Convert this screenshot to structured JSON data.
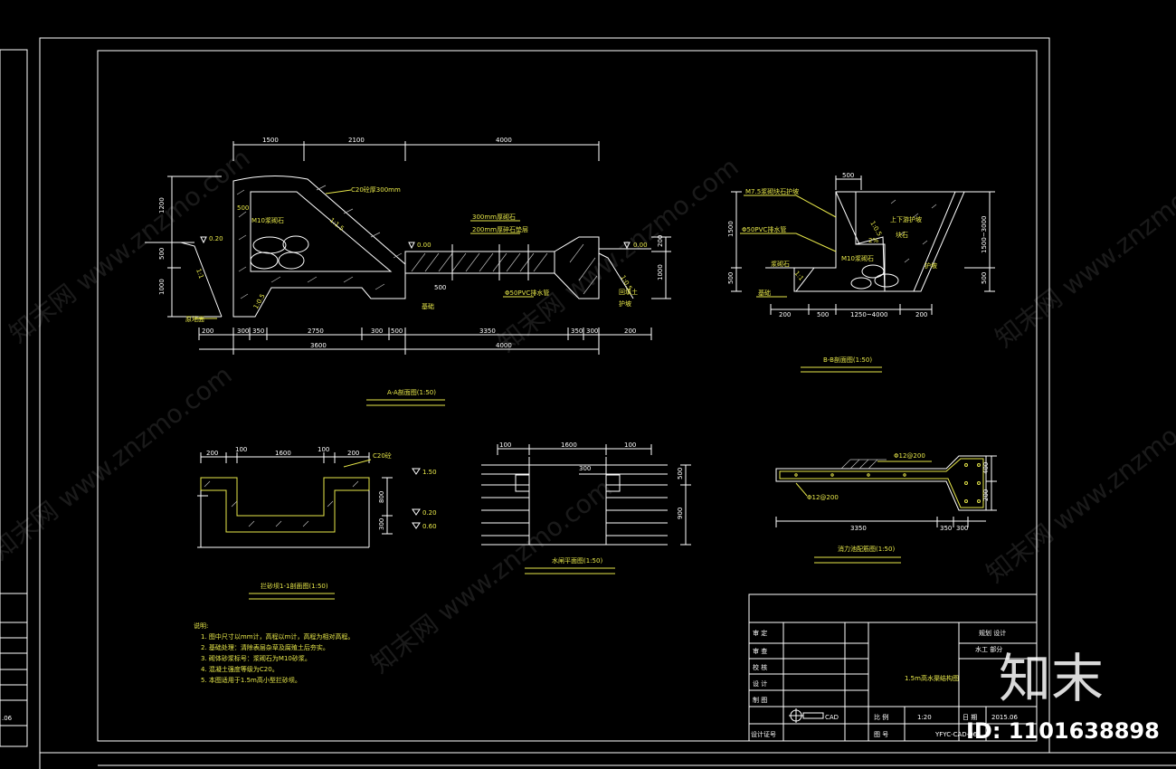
{
  "views": {
    "aa": {
      "title": "A-A剖面图(1:50)",
      "dims_top": [
        "1500",
        "2100",
        "4000"
      ],
      "dims_bottom": [
        "200",
        "300",
        "350",
        "2750",
        "300",
        "500",
        "3350",
        "350",
        "300",
        "200"
      ],
      "dims_total": [
        "3600",
        "4000"
      ],
      "dims_left": [
        "1200",
        "500",
        "1000"
      ],
      "dims_right": [
        "200",
        "1000"
      ],
      "levels": [
        "0.20",
        "0.00",
        "0.00"
      ],
      "notes": [
        "C20砼厚300mm",
        "300mm厚砌石",
        "200mm厚碎石垫层",
        "Φ50PVC排水管",
        "M10浆砌石",
        "500",
        "1:1.5",
        "1:0.5",
        "1:0.5",
        "1:1",
        "原地面",
        "回填土",
        "基础",
        "护坡"
      ]
    },
    "bb": {
      "title": "B-B剖面图(1:50)",
      "dims_top": [
        "500"
      ],
      "dims_bottom": [
        "200",
        "500",
        "1250~4000",
        "200"
      ],
      "dims_left": [
        "1500",
        "500"
      ],
      "dims_right": [
        "1500~3000",
        "500"
      ],
      "notes": [
        "M7.5浆砌块石护坡",
        "Φ50PVC排水管",
        "M10浆砌石",
        "1:0.5",
        "1:1",
        "2%",
        "上下游护坡",
        "块石",
        "护坡",
        "浆砌石",
        "基础"
      ]
    },
    "cc": {
      "title": "拦砂坝1-1剖面图(1:50)",
      "dims_top": [
        "200",
        "100",
        "1600",
        "100",
        "200"
      ],
      "dims_right": [
        "800",
        "300"
      ],
      "levels": [
        "1.50",
        "0.20",
        "0.60"
      ],
      "label": "C20砼"
    },
    "dd": {
      "title": "水闸平面图(1:50)",
      "dims_top": [
        "100",
        "1600",
        "100"
      ],
      "dims_right": [
        "500",
        "900"
      ],
      "dims_inner": [
        "300"
      ]
    },
    "ee": {
      "title": "消力池配筋图(1:50)",
      "dims_bottom": [
        "3350",
        "350",
        "300"
      ],
      "dims_right": [
        "400",
        "200"
      ],
      "rebars": [
        "Φ12@200",
        "Φ12@200"
      ]
    }
  },
  "notes_block": {
    "heading": "说明:",
    "items": [
      "1. 图中尺寸以mm计，高程以m计，高程为相对高程。",
      "2. 基础处理：清除表层杂草及腐殖土后夯实。",
      "3. 砌体砂浆标号：浆砌石为M10砂浆。",
      "4. 混凝土强度等级为C20。",
      "5. 本图适用于1.5m高小型拦砂坝。"
    ]
  },
  "title_block": {
    "row_labels": [
      "审 定",
      "审 查",
      "校 核",
      "设 计",
      "制 图",
      "设计证号"
    ],
    "head_right": [
      "规划 设计",
      "水工 部分"
    ],
    "drawing_title": "1.5m高水渠结构图",
    "scale_label": "比 例",
    "scale_value": "1:20",
    "date_label": "日 期",
    "date_value": "2015.06",
    "number_label": "图 号",
    "number_value": "YFYC-CAD-06",
    "cad_tag": "CAD"
  },
  "left_panel": {
    "date_fragment": ".06"
  },
  "watermark": {
    "text": "知末网 www.znzmo.com",
    "logo": "知末",
    "id_text": "ID: 1101638898"
  },
  "colors": {
    "line": "#ffffff",
    "annotation": "#e8e84a",
    "hatch": "#bdbdbd",
    "background": "#000000"
  }
}
